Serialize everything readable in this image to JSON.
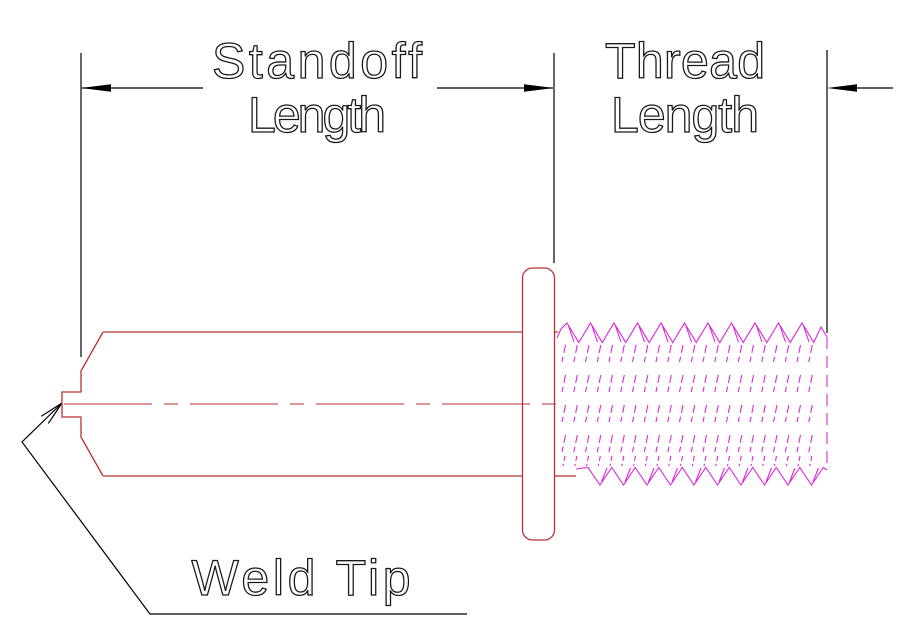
{
  "labels": {
    "standoff_dimension": {
      "line1": "Standoff",
      "line2": "Length"
    },
    "thread_dimension": {
      "line1": "Thread",
      "line2": "Length"
    },
    "weld_tip_callout": "Weld Tip"
  },
  "colors": {
    "dimension_lines": "#000000",
    "annotation_text": "#1a1a1a",
    "stud_body": "#b53134",
    "thread": "#d92ad9",
    "background": "#ffffff"
  }
}
